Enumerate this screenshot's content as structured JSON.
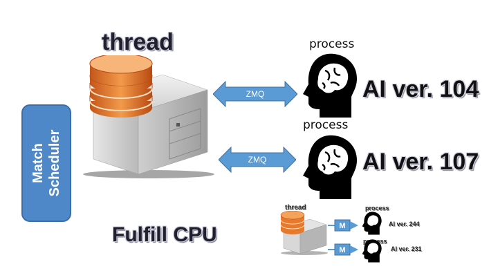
{
  "scheduler": {
    "line1": "Match",
    "line2": "Scheduler"
  },
  "thread_label": "thread",
  "processes": [
    {
      "label": "process",
      "ai": "AI ver. 104",
      "link": "ZMQ"
    },
    {
      "label": "process",
      "ai": "AI ver. 107",
      "link": "ZMQ"
    }
  ],
  "footer_label": "Fulfill CPU",
  "thumbnail": {
    "thread_label": "thread",
    "processes": [
      {
        "label": "process",
        "ai": "AI ver. 244",
        "link": "M"
      },
      {
        "label": "process",
        "ai": "AI ver. 231",
        "link": "M"
      }
    ]
  },
  "colors": {
    "scheduler_fill": "#4f88c8",
    "arrow_fill": "#5b9bd5",
    "disk_orange": "#e8782a",
    "server_gray": "#d8d8d8"
  },
  "icons": [
    "server-icon",
    "database-icon",
    "head-brain-icon",
    "double-arrow-icon"
  ]
}
